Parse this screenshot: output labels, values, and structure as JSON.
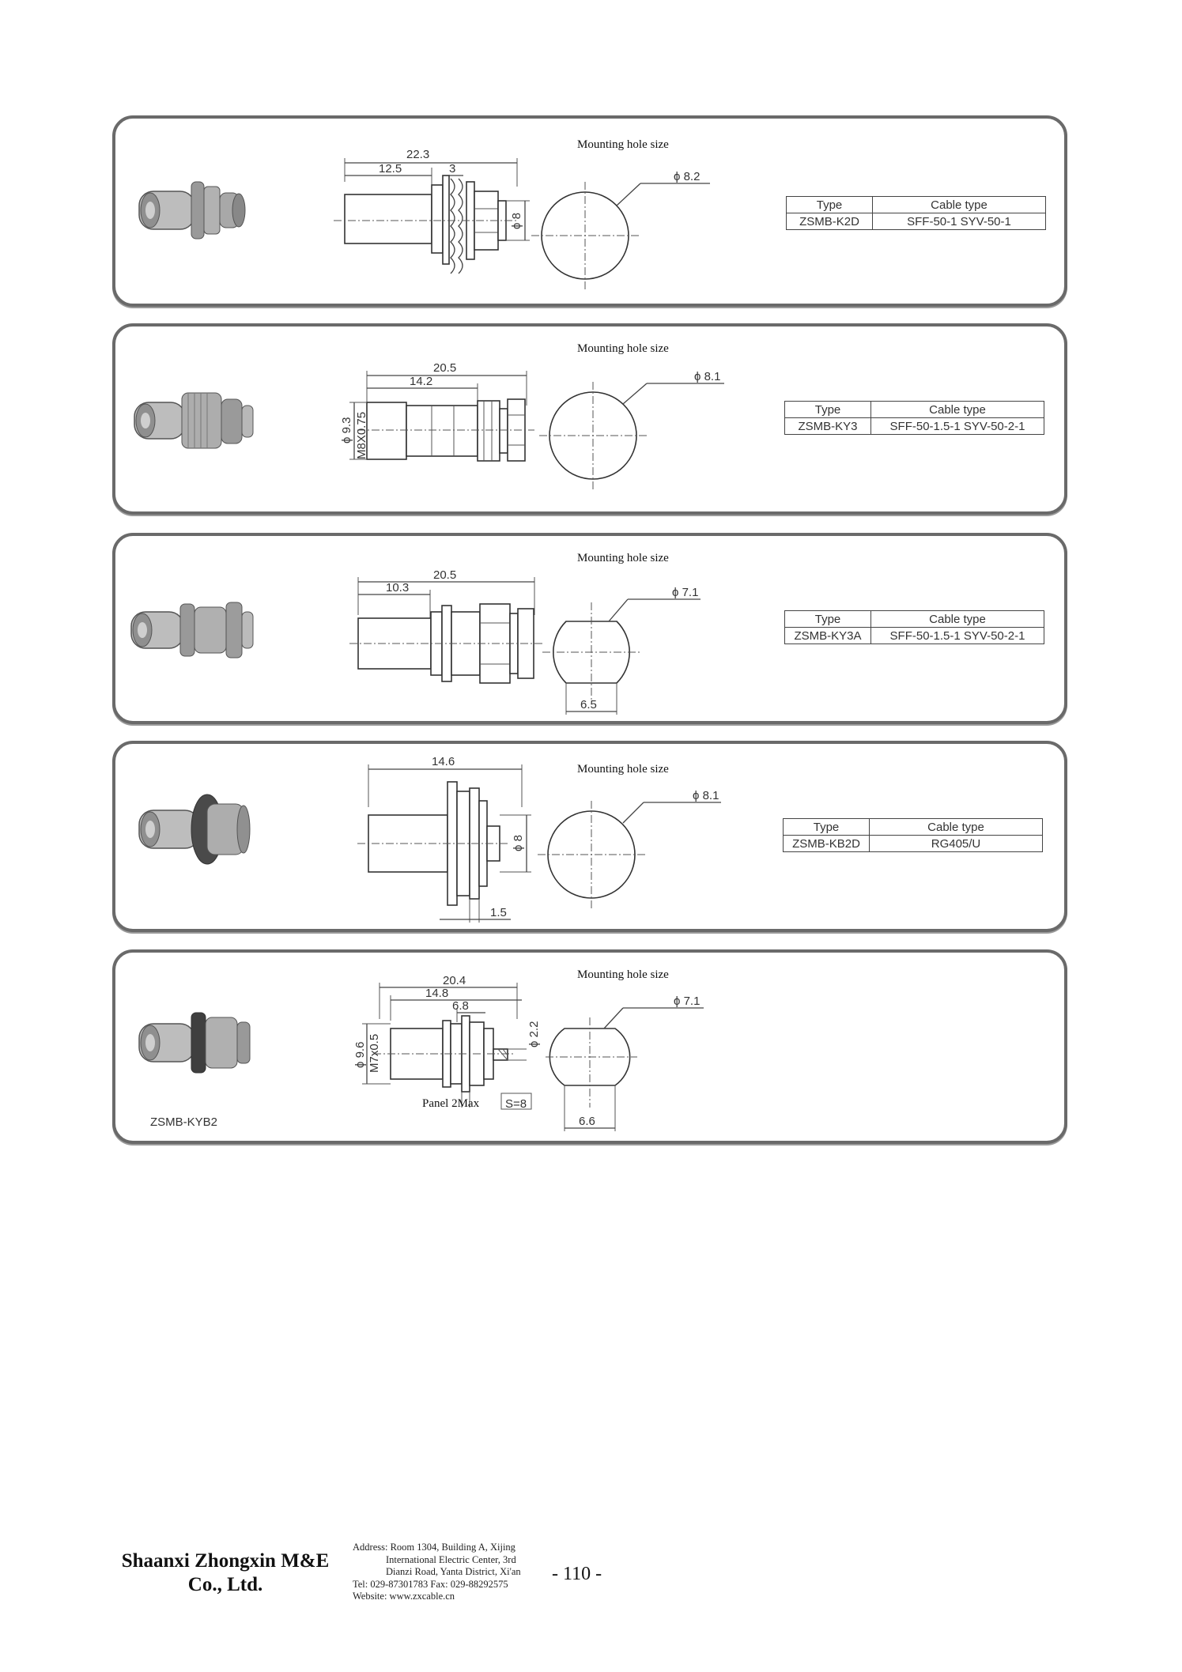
{
  "sections": [
    {
      "mounting_label": "Mounting hole size",
      "hole_dim": "ϕ 8.2",
      "dims": [
        "22.3",
        "12.5",
        "3",
        "ϕ 8"
      ],
      "table": {
        "type_header": "Type",
        "cable_header": "Cable type",
        "type": "ZSMB-K2D",
        "cable": "SFF-50-1  SYV-50-1"
      }
    },
    {
      "mounting_label": "Mounting hole size",
      "hole_dim": "ϕ 8.1",
      "dims": [
        "20.5",
        "14.2",
        "ϕ 9.3",
        "M8X0.75"
      ],
      "table": {
        "type_header": "Type",
        "cable_header": "Cable type",
        "type": "ZSMB-KY3",
        "cable": "SFF-50-1.5-1   SYV-50-2-1"
      }
    },
    {
      "mounting_label": "Mounting hole size",
      "hole_dim": "ϕ 7.1",
      "flat_dim": "6.5",
      "dims": [
        "20.5",
        "10.3"
      ],
      "table": {
        "type_header": "Type",
        "cable_header": "Cable type",
        "type": "ZSMB-KY3A",
        "cable": "SFF-50-1.5-1   SYV-50-2-1"
      }
    },
    {
      "mounting_label": "Mounting hole size",
      "hole_dim": "ϕ 8.1",
      "dims": [
        "14.6",
        "ϕ 8",
        "1.5"
      ],
      "table": {
        "type_header": "Type",
        "cable_header": "Cable type",
        "type": "ZSMB-KB2D",
        "cable": "RG405/U"
      }
    },
    {
      "mounting_label": "Mounting hole size",
      "hole_dim": "ϕ 7.1",
      "flat_dim": "6.6",
      "dims": [
        "20.4",
        "14.8",
        "6.8",
        "ϕ 9.6",
        "M7x0.5",
        "ϕ 2.2"
      ],
      "panel_label": "Panel 2Max",
      "s_label": "S=8",
      "product_label": "ZSMB-KYB2"
    }
  ],
  "footer": {
    "company_line1": "Shaanxi Zhongxin M&E",
    "company_line2": "Co., Ltd.",
    "address_line1": "Address: Room 1304, Building A, Xijing",
    "address_line2": "International Electric Center, 3rd",
    "address_line3": "Dianzi Road, Yanta District, Xi'an",
    "contact_line": "Tel: 029-87301783    Fax: 029-88292575",
    "website_line": "Website: www.zxcable.cn",
    "page_number": "- 110 -"
  },
  "icons": [
    "connector-photo",
    "technical-drawing",
    "mounting-hole-drawing"
  ]
}
